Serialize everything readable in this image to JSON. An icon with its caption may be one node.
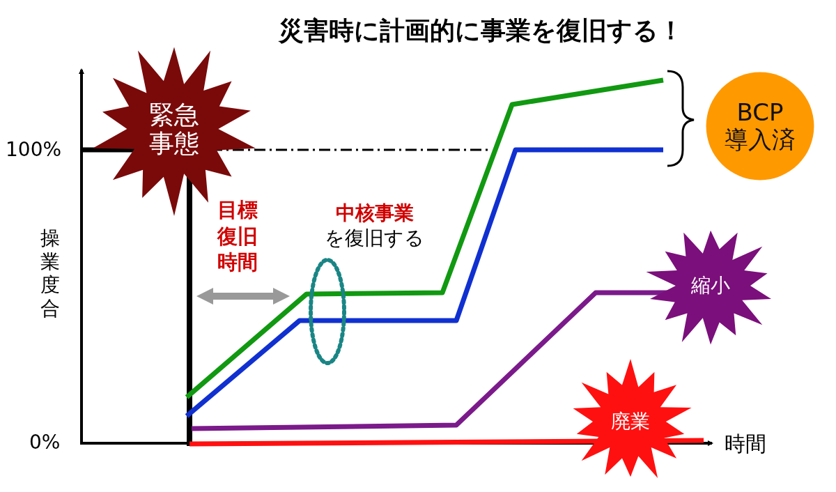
{
  "diagram": {
    "title": "災害時に計画的に事業を復旧する！",
    "nodes": [
      {
        "text": [
          "緊急事態"
        ]
      },
      {
        "text": [
          "BCP 導入済"
        ]
      },
      {
        "text": [
          "縮小"
        ]
      },
      {
        "text": [
          "廃業"
        ]
      },
      {
        "text": [],
        "shape": "ellipse"
      }
    ],
    "labels": [
      "100%",
      "0%",
      "操業度合",
      "時間",
      "目標復旧時間",
      "**中核事業**を復旧する"
    ]
  }
}
